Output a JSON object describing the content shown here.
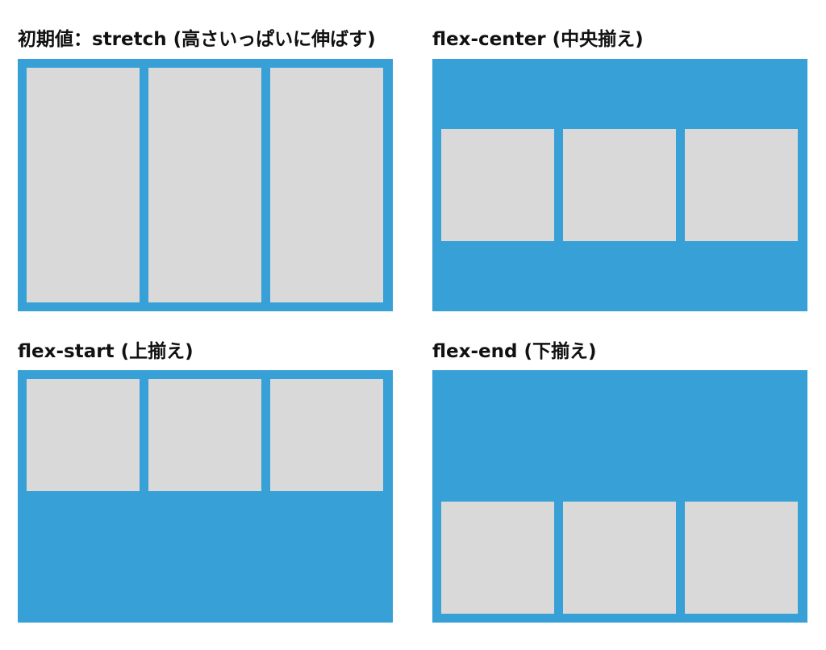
{
  "colors": {
    "container": "#37a0d6",
    "item": "#d9d9d9"
  },
  "panels": [
    {
      "title": "初期値：stretch (高さいっぱいに伸ばす)",
      "align": "stretch",
      "items": 3
    },
    {
      "title": "flex-center (中央揃え)",
      "align": "center",
      "items": 3
    },
    {
      "title": "flex-start (上揃え)",
      "align": "start",
      "items": 3
    },
    {
      "title": "flex-end (下揃え)",
      "align": "end",
      "items": 3
    }
  ]
}
